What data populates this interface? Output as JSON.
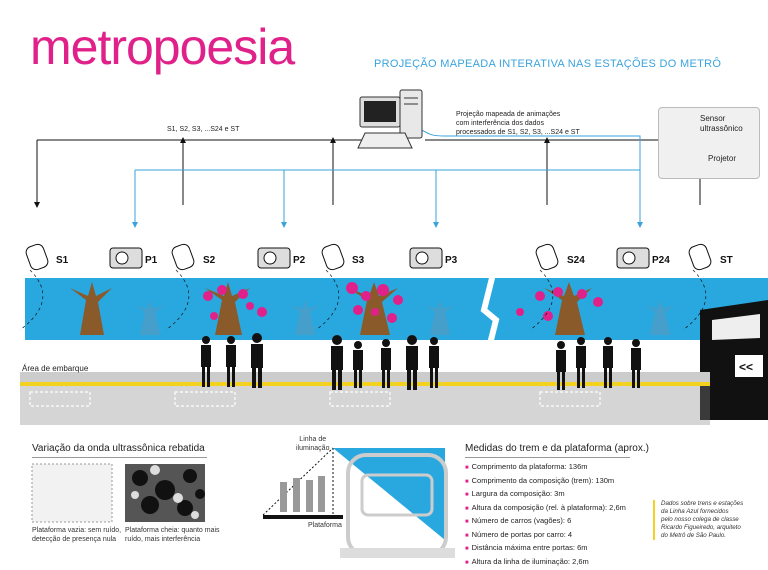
{
  "header": {
    "title": "metropoesia",
    "subtitle": "PROJEÇÃO MAPEADA INTERATIVA NAS ESTAÇÕES DO METRÔ"
  },
  "top_flow": {
    "left_label": "S1, S2, S3, ...S24 e ST",
    "right_label_1": "Projeção mapeada de animações",
    "right_label_2": "com interferência dos dados",
    "right_label_3": "processados de S1, S2, S3, ...S24 e ST"
  },
  "legend": {
    "sensor_1": "Sensor",
    "sensor_2": "ultrassônico",
    "projector": "Projetor"
  },
  "nodes": [
    "S1",
    "P1",
    "S2",
    "P2",
    "S3",
    "P3",
    "S24",
    "P24",
    "ST"
  ],
  "platform": {
    "boarding_label": "Área de embarque"
  },
  "wave": {
    "title": "Variação da onda ultrassônica rebatida",
    "empty_1": "Plataforma vazia: sem ruído,",
    "empty_2": "detecção de presença nula",
    "full_1": "Plataforma cheia: quanto mais",
    "full_2": "ruído, mais interferência"
  },
  "section": {
    "lighting_1": "Linha de",
    "lighting_2": "iluminação",
    "platform": "Plataforma"
  },
  "measures": {
    "title": "Medidas do trem e da plataforma (aprox.)",
    "items": [
      "Comprimento da plataforma: 136m",
      "Comprimento da composição (trem): 130m",
      "Largura da composição: 3m",
      "Altura da composição (rel. à plataforma): 2,6m",
      "Número de carros (vagões): 6",
      "Número de portas por carro: 4",
      "Distância máxima entre portas: 6m",
      "Altura da linha de iluminação: 2,6m"
    ]
  },
  "note": {
    "l1": "Dados sobre trens e estações",
    "l2": "da Linha Azul fornecidos",
    "l3": "pelo nosso colega de classe",
    "l4": "Ricardo Figueiredo, arquiteto",
    "l5": "do Metrô de São Paulo."
  },
  "colors": {
    "accent": "#e0218a",
    "blue": "#3aa3dc",
    "wall": "#29a8e0"
  }
}
